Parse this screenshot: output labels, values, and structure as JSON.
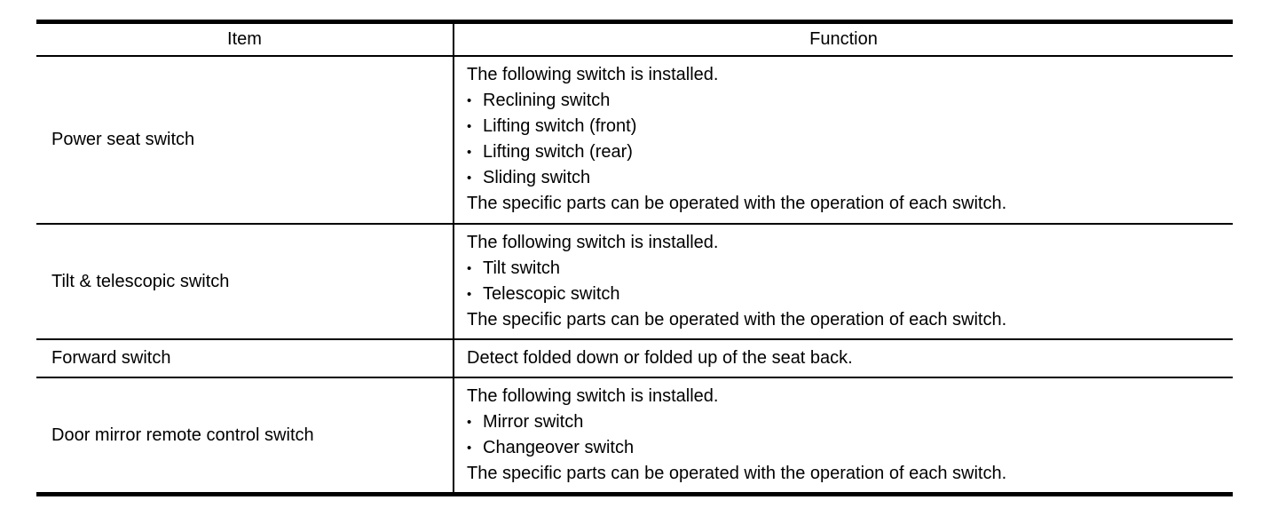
{
  "page": {
    "background_color": "#ffffff",
    "text_color": "#000000",
    "border_color": "#000000"
  },
  "table": {
    "bullet_char": "•",
    "headers": [
      "Item",
      "Function"
    ],
    "rows": [
      {
        "item": "Power seat switch",
        "function_lines": [
          {
            "bullet": false,
            "text": "The following switch is installed."
          },
          {
            "bullet": true,
            "text": "Reclining switch"
          },
          {
            "bullet": true,
            "text": "Lifting switch (front)"
          },
          {
            "bullet": true,
            "text": "Lifting switch (rear)"
          },
          {
            "bullet": true,
            "text": "Sliding switch"
          },
          {
            "bullet": false,
            "text": "The specific parts can be operated with the operation of each switch."
          }
        ]
      },
      {
        "item": "Tilt & telescopic switch",
        "function_lines": [
          {
            "bullet": false,
            "text": "The following switch is installed."
          },
          {
            "bullet": true,
            "text": "Tilt switch"
          },
          {
            "bullet": true,
            "text": "Telescopic switch"
          },
          {
            "bullet": false,
            "text": "The specific parts can be operated with the operation of each switch."
          }
        ]
      },
      {
        "item": "Forward switch",
        "function_lines": [
          {
            "bullet": false,
            "text": "Detect folded down or folded up of the seat back."
          }
        ]
      },
      {
        "item": "Door mirror remote control switch",
        "function_lines": [
          {
            "bullet": false,
            "text": "The following switch is installed."
          },
          {
            "bullet": true,
            "text": "Mirror switch"
          },
          {
            "bullet": true,
            "text": "Changeover switch"
          },
          {
            "bullet": false,
            "text": "The specific parts can be operated with the operation of each switch."
          }
        ]
      }
    ]
  }
}
